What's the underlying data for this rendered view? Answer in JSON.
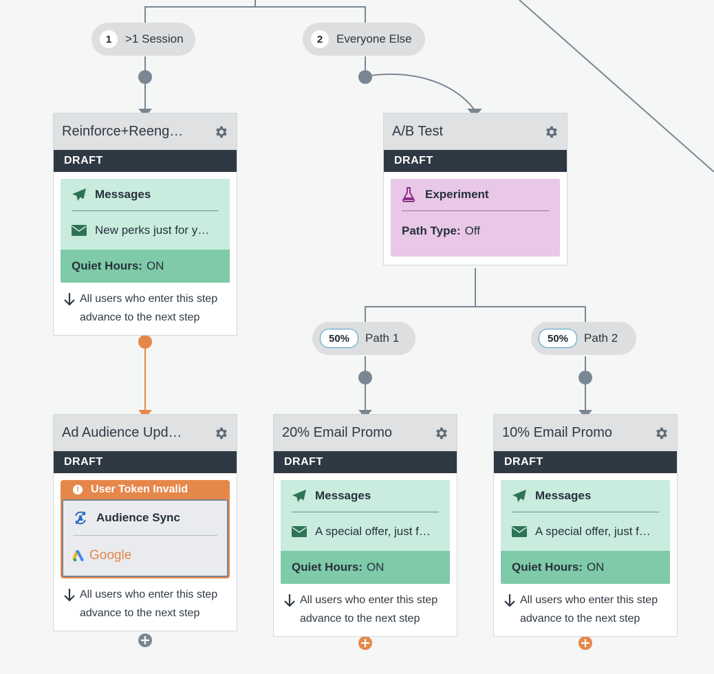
{
  "branches": [
    {
      "index": "1",
      "label": ">1 Session"
    },
    {
      "index": "2",
      "label": "Everyone Else"
    }
  ],
  "paths": [
    {
      "percent": "50%",
      "label": "Path 1"
    },
    {
      "percent": "50%",
      "label": "Path 2"
    }
  ],
  "status_label": "DRAFT",
  "advance_text": "All users who enter this step advance to the next step",
  "cards": {
    "reinforce": {
      "title": "Reinforce+Reeng…",
      "messages_label": "Messages",
      "message_subject": "New perks just for y…",
      "quiet_hours_label": "Quiet Hours:",
      "quiet_hours_value": "ON"
    },
    "abtest": {
      "title": "A/B Test",
      "experiment_label": "Experiment",
      "path_type_label": "Path Type:",
      "path_type_value": "Off"
    },
    "ad_audience": {
      "title": "Ad Audience Upd…",
      "warning": "User Token Invalid",
      "sync_label": "Audience Sync",
      "provider": "Google"
    },
    "promo20": {
      "title": "20% Email Promo",
      "messages_label": "Messages",
      "message_subject": "A special offer, just f…",
      "quiet_hours_label": "Quiet Hours:",
      "quiet_hours_value": "ON"
    },
    "promo10": {
      "title": "10% Email Promo",
      "messages_label": "Messages",
      "message_subject": "A special offer, just f…",
      "quiet_hours_label": "Quiet Hours:",
      "quiet_hours_value": "ON"
    }
  },
  "colors": {
    "connector": "#7a8792",
    "accent_orange": "#e6874a",
    "message_bg": "#c9ecdf",
    "quiet_bg": "#7fcaa8",
    "experiment_bg": "#e8c8e6",
    "draft_bar": "#2f3943"
  }
}
